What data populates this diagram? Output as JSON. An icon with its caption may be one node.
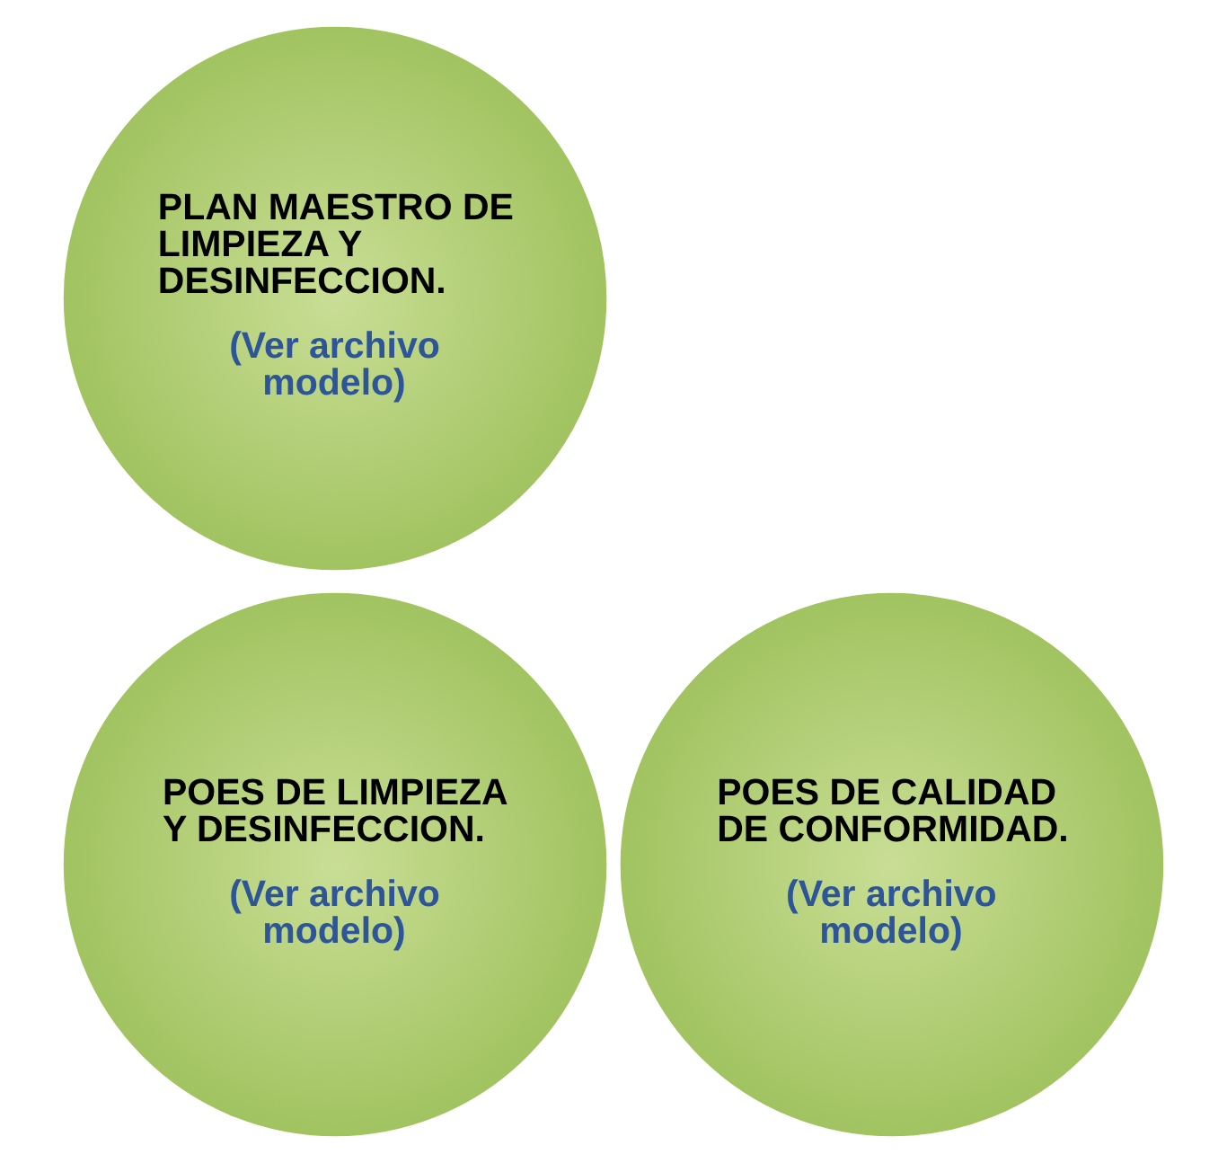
{
  "diagram": {
    "nodes": [
      {
        "text": [
          "PLAN MAESTRO DE LIMPIEZA Y DESINFECCION.",
          "(Ver archivo modelo)"
        ]
      },
      {
        "text": [
          "POES DE LIMPIEZA Y DESINFECCION.",
          "(Ver archivo modelo)"
        ]
      },
      {
        "text": [
          "POES DE CALIDAD DE CONFORMIDAD.",
          "(Ver archivo modelo)"
        ]
      }
    ],
    "edges": []
  }
}
